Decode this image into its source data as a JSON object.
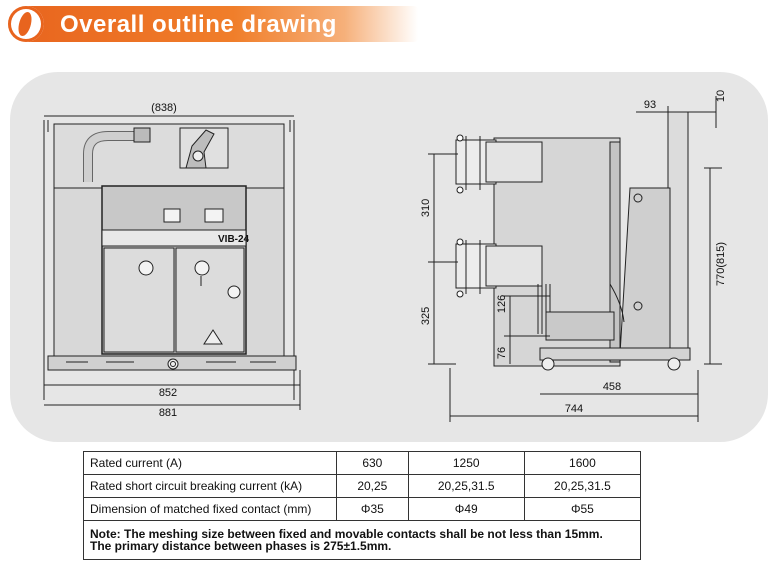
{
  "header": {
    "title": "Overall outline drawing"
  },
  "front_view": {
    "dim_top": "(838)",
    "dim_mid": "852",
    "dim_bottom": "881",
    "panel_label": "VIB-24"
  },
  "side_view": {
    "dim_93": "93",
    "dim_10": "10",
    "dim_310": "310",
    "dim_325": "325",
    "dim_126": "126",
    "dim_76": "76",
    "dim_770": "770(815)",
    "dim_458": "458",
    "dim_744": "744"
  },
  "table": {
    "rows": [
      {
        "label": "Rated current (A)",
        "values": [
          "630",
          "1250",
          "1600"
        ]
      },
      {
        "label": "Rated short circuit breaking current (kA)",
        "values": [
          "20,25",
          "20,25,31.5",
          "20,25,31.5"
        ]
      },
      {
        "label": "Dimension of matched fixed contact (mm)",
        "values": [
          "Φ35",
          "Φ49",
          "Φ55"
        ]
      }
    ],
    "note_line1": "Note: The meshing  size between fixed and movable contacts shall be not less than 15mm.",
    "note_line2": "The primary distance between phases is 275±1.5mm."
  }
}
